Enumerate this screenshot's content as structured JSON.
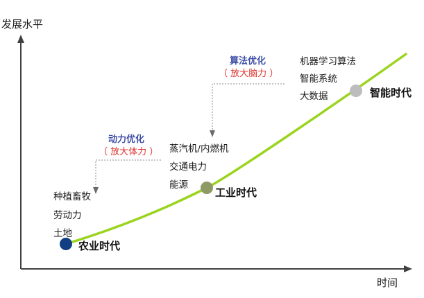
{
  "axes": {
    "y_label": "发展水平",
    "x_label": "时间"
  },
  "colors": {
    "axis": "#404040",
    "curve": "#9bd41f",
    "agri_node": "#123f82",
    "industry_node": "#8d9a66",
    "intel_node": "#bdbdbd",
    "callout_title": "#3f4fa7",
    "callout_sub": "#e0332c",
    "connector": "#8a8a8a"
  },
  "eras": [
    {
      "id": "agri",
      "label": "农业时代",
      "facts": [
        "种植畜牧",
        "劳动力",
        "土地"
      ]
    },
    {
      "id": "industry",
      "label": "工业时代",
      "facts": [
        "蒸汽机/内燃机",
        "交通电力",
        "能源"
      ]
    },
    {
      "id": "intel",
      "label": "智能时代",
      "facts": [
        "机器学习算法",
        "智能系统",
        "大数据"
      ]
    }
  ],
  "transitions": [
    {
      "id": "power",
      "title": "动力优化",
      "subtitle": "（ 放大体力 ）"
    },
    {
      "id": "algo",
      "title": "算法优化",
      "subtitle": "（ 放大脑力 ）"
    }
  ]
}
